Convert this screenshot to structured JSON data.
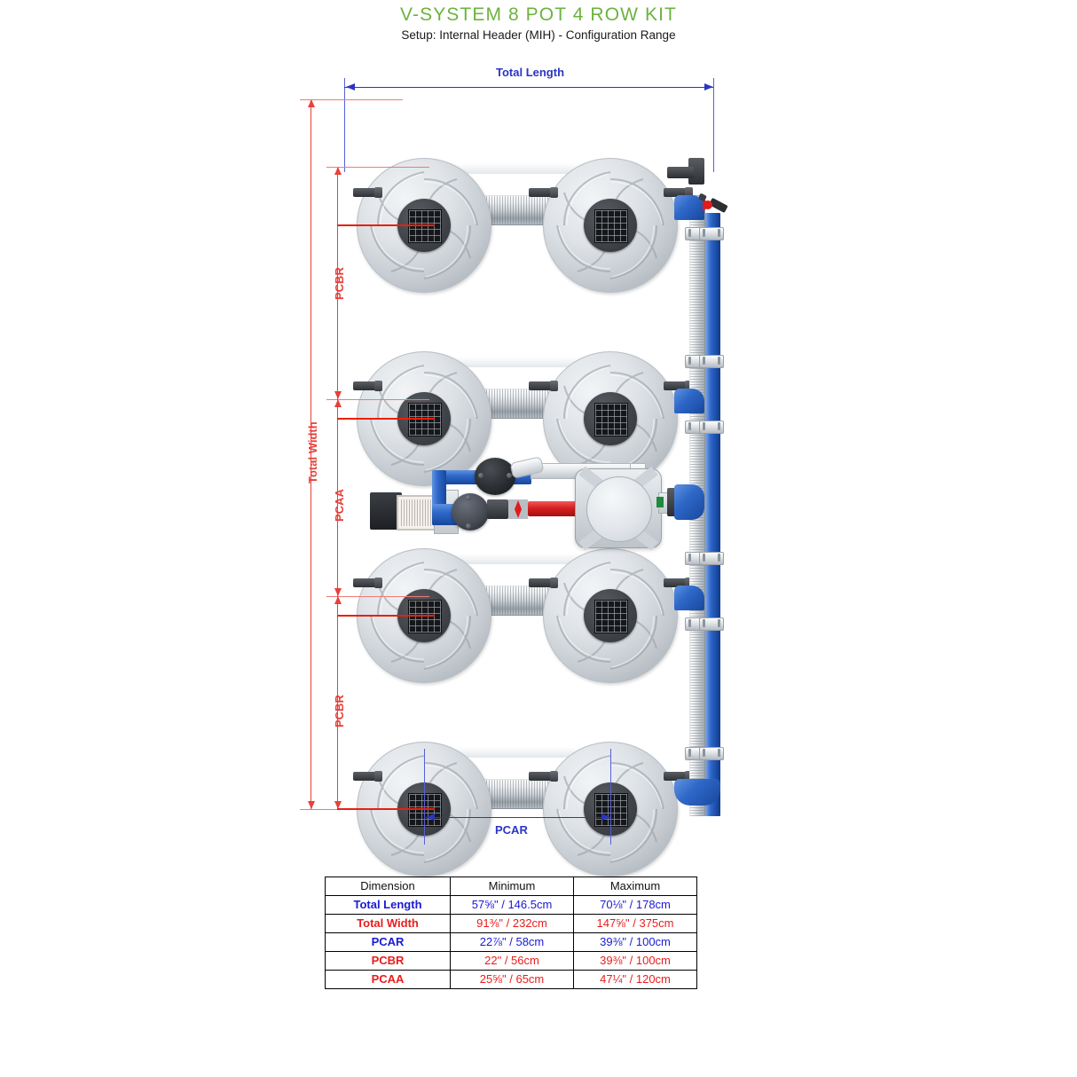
{
  "header": {
    "title": "V-SYSTEM 8 POT 4 ROW KIT",
    "subtitle": "Setup: Internal Header (MIH) - Configuration Range",
    "title_color": "#6cb33f"
  },
  "diagram": {
    "labels": {
      "total_length": "Total Length",
      "total_width": "Total Width",
      "pcbr_top": "PCBR",
      "pcaa": "PCAA",
      "pcbr_bottom": "PCBR",
      "pcar": "PCAR"
    },
    "colors": {
      "length_dim": "#2b35c4",
      "width_dim": "#e8403a",
      "pot_body": "#c3c9cf",
      "pipe_blue": "#2f68c9",
      "pipe_red": "#d81f20",
      "pipe_grey": "#c9cfd4"
    },
    "pot_count": 8,
    "row_count": 4,
    "pots_per_row": 2
  },
  "table": {
    "headers": [
      "Dimension",
      "Minimum",
      "Maximum"
    ],
    "rows": [
      {
        "dimension": "Total Length",
        "minimum": "57⅝\" / 146.5cm",
        "maximum": "70⅛\" / 178cm",
        "color": "#1a1ad6"
      },
      {
        "dimension": "Total Width",
        "minimum": "91⅜\" / 232cm",
        "maximum": "147⅝\" / 375cm",
        "color": "#ea1c1c"
      },
      {
        "dimension": "PCAR",
        "minimum": "22⅞\" / 58cm",
        "maximum": "39⅜\" / 100cm",
        "color": "#1a1ad6"
      },
      {
        "dimension": "PCBR",
        "minimum": "22\" / 56cm",
        "maximum": "39⅜\" / 100cm",
        "color": "#ea1c1c"
      },
      {
        "dimension": "PCAA",
        "minimum": "25⅝\" / 65cm",
        "maximum": "47¼\" / 120cm",
        "color": "#ea1c1c"
      }
    ]
  }
}
